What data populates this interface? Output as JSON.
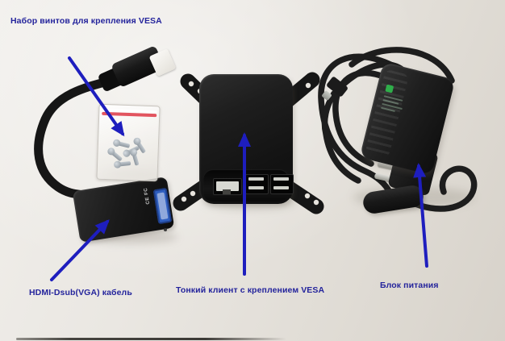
{
  "image": {
    "kind": "annotated-product-photo",
    "subject": "Thin client kit components laid out on a light surface"
  },
  "colors": {
    "annotation_text": "#24249c",
    "annotation_arrow": "#1e1ebe",
    "background": "#e9e6e1",
    "device_black": "#1a1a1a",
    "vga_connector_blue": "#2f5fc0",
    "bag_seal_red": "#e25560",
    "screw_metal": "#9fa8ae",
    "psu_logo_green": "#2fae4a"
  },
  "annotations": [
    {
      "id": "screws",
      "label": "Набор винтов для крепления VESA"
    },
    {
      "id": "cable",
      "label": "HDMI-Dsub(VGA) кабель"
    },
    {
      "id": "client",
      "label": "Тонкий клиент с креплением VESA"
    },
    {
      "id": "power",
      "label": "Блок питания"
    }
  ],
  "markings": {
    "vga_adapter": "CE FC"
  }
}
